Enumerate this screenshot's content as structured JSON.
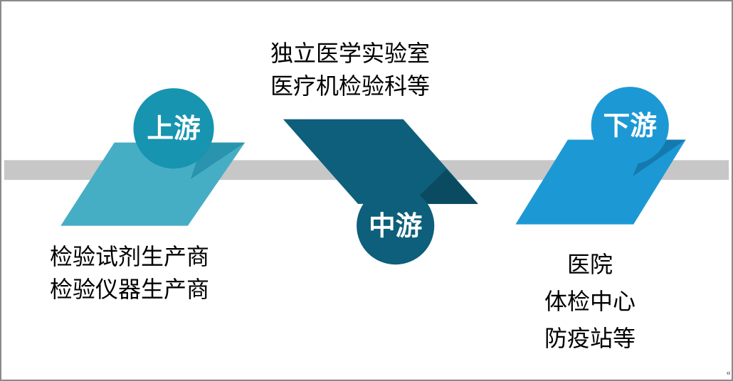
{
  "diagram": {
    "stages": [
      {
        "id": "upstream",
        "circle_label": "上游"
      },
      {
        "id": "midstream",
        "circle_label": "中游"
      },
      {
        "id": "downstream",
        "circle_label": "下游"
      }
    ],
    "top_text": {
      "line1": "独立医学实验室",
      "line2": "医疗机检验科等"
    },
    "left_text": {
      "line1": "检验试剂生产商",
      "line2": "检验仪器生产商"
    },
    "right_text": {
      "line1": "医院",
      "line2": "体检中心",
      "line3": "防疫站等"
    },
    "corner_mark": "«",
    "colors": {
      "band": "#c7c7c7",
      "upstream_shape": "#46aec4",
      "upstream_fold": "#2a93ad",
      "upstream_circle": "#1794b0",
      "midstream_shape": "#0d5f7b",
      "midstream_fold": "#0a4b62",
      "midstream_circle": "#0d5f7b",
      "downstream_shape": "#1c99d5",
      "downstream_fold": "#147aae",
      "downstream_circle": "#1c99d5",
      "circle_text": "#ffffff",
      "text": "#000000"
    }
  }
}
